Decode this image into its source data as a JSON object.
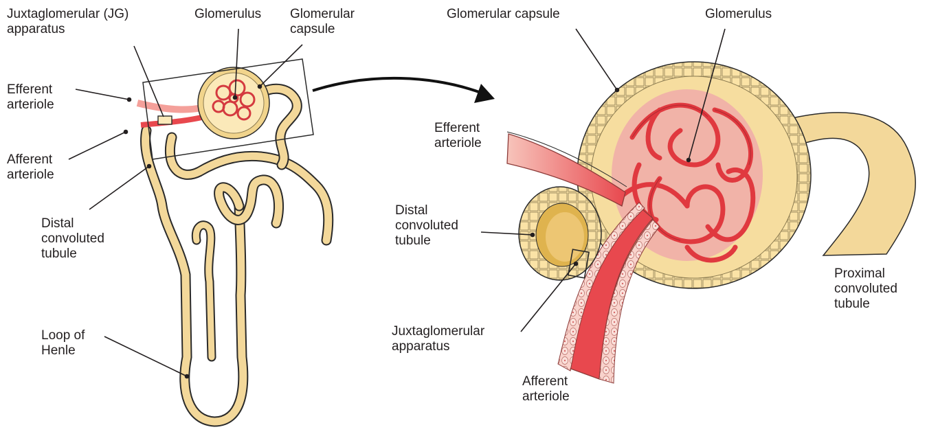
{
  "labels": {
    "jg_apparatus_left": "Juxtaglomerular (JG)\napparatus",
    "glomerulus_left": "Glomerulus",
    "glomerular_capsule_left": "Glomerular\ncapsule",
    "efferent_arteriole_left": "Efferent\narteriole",
    "afferent_arteriole_left": "Afferent\narteriole",
    "distal_tubule_left": "Distal\nconvoluted\ntubule",
    "loop_of_henle": "Loop of\nHenle",
    "glomerular_capsule_right": "Glomerular capsule",
    "glomerulus_right": "Glomerulus",
    "efferent_arteriole_right": "Efferent\narteriole",
    "distal_tubule_right": "Distal\nconvoluted\ntubule",
    "jg_apparatus_right": "Juxtaglomerular\napparatus",
    "afferent_arteriole_right": "Afferent\narteriole",
    "proximal_tubule": "Proximal\nconvoluted\ntubule"
  },
  "colors": {
    "tubule_fill": "#f3d89a",
    "tubule_dark": "#d9b25a",
    "tubule_stroke": "#2a2a2a",
    "vessel_red": "#e8484e",
    "vessel_light": "#f4a09a",
    "vessel_pink": "#f7c9c2",
    "capsule_inner": "#fbe9b9",
    "leader_line": "#231f20"
  }
}
